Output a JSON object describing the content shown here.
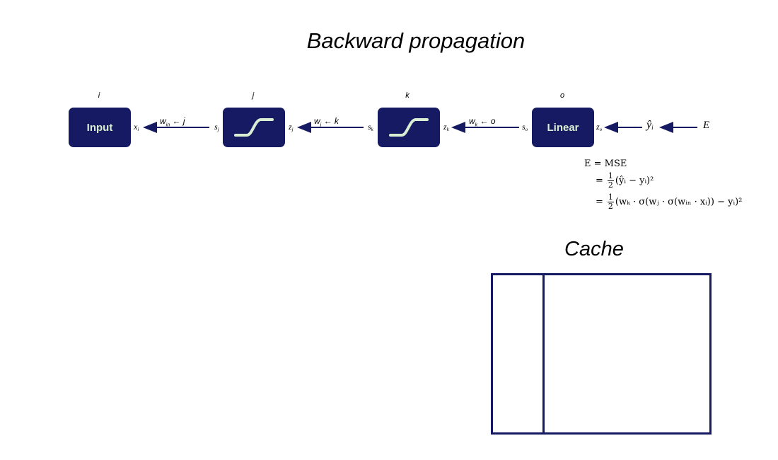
{
  "title": "Backward propagation",
  "layers": [
    {
      "name": "i",
      "node_label": "Input"
    },
    {
      "name": "j",
      "node_label": ""
    },
    {
      "name": "k",
      "node_label": ""
    },
    {
      "name": "o",
      "node_label": "Linear"
    }
  ],
  "variables": {
    "x_i": {
      "base": "x",
      "sub": "i"
    },
    "s_j": {
      "base": "s",
      "sub": "j"
    },
    "z_j": {
      "base": "z",
      "sub": "j"
    },
    "s_k": {
      "base": "s",
      "sub": "k"
    },
    "z_k": {
      "base": "z",
      "sub": "k"
    },
    "s_o": {
      "base": "s",
      "sub": "o"
    },
    "z_o": {
      "base": "z",
      "sub": "o"
    },
    "y_hat": {
      "base": "ŷ",
      "sub": "i"
    },
    "E": "E"
  },
  "weights": [
    {
      "base": "w",
      "sub": "in",
      "arrow": "←",
      "target": "j"
    },
    {
      "base": "w",
      "sub": "j",
      "arrow": "←",
      "target": "k"
    },
    {
      "base": "w",
      "sub": "k",
      "arrow": "←",
      "target": "o"
    }
  ],
  "formula": {
    "line1": "E = MSE",
    "line2_prefix": "=",
    "line2_num": "1",
    "line2_den": "2",
    "line2_rest": "(ŷᵢ − yᵢ)²",
    "line3_prefix": "=",
    "line3_num": "1",
    "line3_den": "2",
    "line3_rest": "(wₖ · σ(wⱼ · σ(wᵢₙ · xᵢ)) − yᵢ)²"
  },
  "cache": {
    "title": "Cache"
  },
  "colors": {
    "node": "#151a62",
    "node_text": "#d8edd2",
    "arrow": "#151a62"
  },
  "icons": {
    "activation": "sigmoid-curve-icon"
  }
}
